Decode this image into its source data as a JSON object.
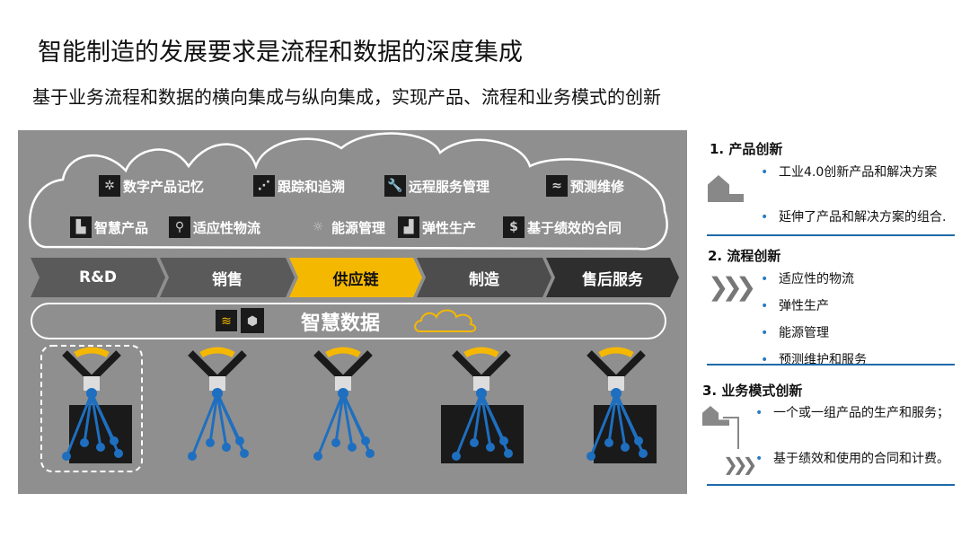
{
  "title": "智能制造的发展要求是流程和数据的深度集成",
  "subtitle": "基于业务流程和数据的横向集成与纵向集成，实现产品、流程和业务模式的创新",
  "cloud_items": [
    {
      "label": "数字产品记忆",
      "icon": "network-icon"
    },
    {
      "label": "跟踪和追溯",
      "icon": "map-track-icon"
    },
    {
      "label": "远程服务管理",
      "icon": "tow-truck-wrench-icon"
    },
    {
      "label": "预测维修",
      "icon": "wave-chart-icon"
    },
    {
      "label": "智慧产品",
      "icon": "smart-product-icon"
    },
    {
      "label": "适应性物流",
      "icon": "logistics-icon"
    },
    {
      "label": "能源管理",
      "icon": "lightbulb-icon"
    },
    {
      "label": "弹性生产",
      "icon": "factory-icon"
    },
    {
      "label": "基于绩效的合同",
      "icon": "clock-dollar-icon"
    }
  ],
  "value_chain": [
    {
      "label": "R&D",
      "color": "#5a5a5a"
    },
    {
      "label": "销售",
      "color": "#5a5a5a"
    },
    {
      "label": "供应链",
      "color": "#f5b800"
    },
    {
      "label": "制造",
      "color": "#4d4d4d"
    },
    {
      "label": "售后服务",
      "color": "#2e2e2e"
    }
  ],
  "smart_data": "智慧数据",
  "accent": "#f5b800",
  "right": {
    "sections": [
      {
        "heading": "1.  产品创新",
        "bullets": [
          "工业4.0创新产品和解决方案",
          "延伸了产品和解决方案的组合."
        ]
      },
      {
        "heading": "2.  流程创新",
        "bullets": [
          "适应性的物流",
          "弹性生产",
          "能源管理",
          "预测维护和服务"
        ]
      },
      {
        "heading": "3.  业务模式创新",
        "bullets": [
          "一个或一组产品的生产和服务；",
          "基于绩效和使用的合同和计费。"
        ]
      }
    ]
  }
}
